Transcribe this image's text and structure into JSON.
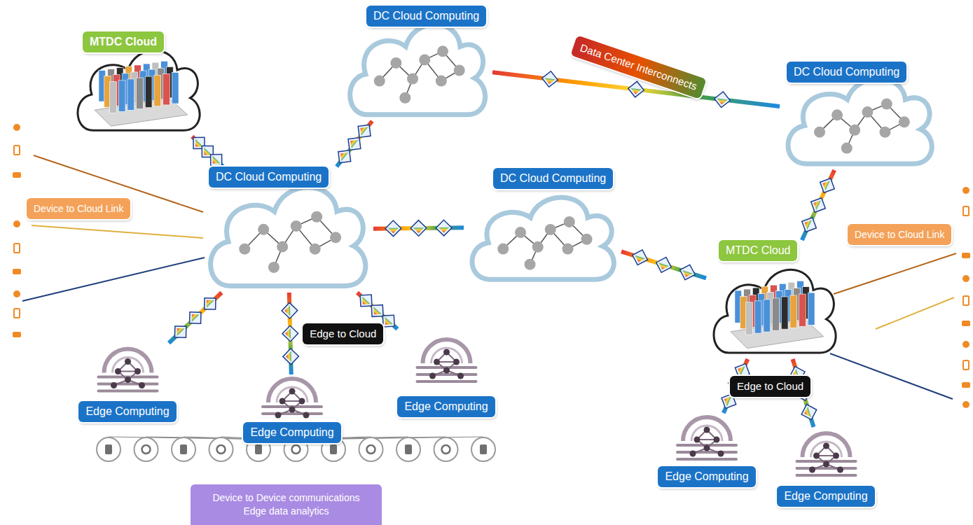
{
  "diagram": {
    "nodes": [
      {
        "text": [
          "MTDC Cloud"
        ]
      },
      {
        "text": [
          "DC Cloud Computing"
        ]
      },
      {
        "text": [
          "DC Cloud Computing"
        ]
      },
      {
        "text": [
          "DC Cloud Computing"
        ]
      },
      {
        "text": [
          "DC Cloud Computing"
        ]
      },
      {
        "text": [
          "MTDC Cloud"
        ]
      },
      {
        "text": [
          "Edge Computing"
        ]
      },
      {
        "text": [
          "Edge Computing"
        ]
      },
      {
        "text": [
          "Edge Computing"
        ]
      },
      {
        "text": [
          "Edge Computing"
        ]
      },
      {
        "text": [
          "Edge Computing"
        ]
      },
      {
        "text": [
          "Device to Device communications Edge data analytics"
        ]
      }
    ],
    "edges": [
      {
        "from": 0,
        "to": 3,
        "arrow": "none"
      },
      {
        "from": 1,
        "to": 3,
        "arrow": "none"
      },
      {
        "from": 1,
        "to": 2,
        "label": "Data Center Interconnects",
        "arrow": "none"
      },
      {
        "from": 3,
        "to": 4,
        "arrow": "none"
      },
      {
        "from": 4,
        "to": 5,
        "arrow": "none"
      },
      {
        "from": 2,
        "to": 5,
        "arrow": "none"
      },
      {
        "from": 3,
        "to": 6,
        "arrow": "none"
      },
      {
        "from": 3,
        "to": 7,
        "label": "Edge to Cloud",
        "arrow": "none"
      },
      {
        "from": 3,
        "to": 8,
        "arrow": "none"
      },
      {
        "from": 5,
        "to": 9,
        "label": "Edge to Cloud",
        "arrow": "none"
      },
      {
        "from": 5,
        "to": 10,
        "arrow": "none"
      }
    ],
    "labels": [
      "Device to Cloud Link",
      "Device to Cloud Link"
    ]
  }
}
